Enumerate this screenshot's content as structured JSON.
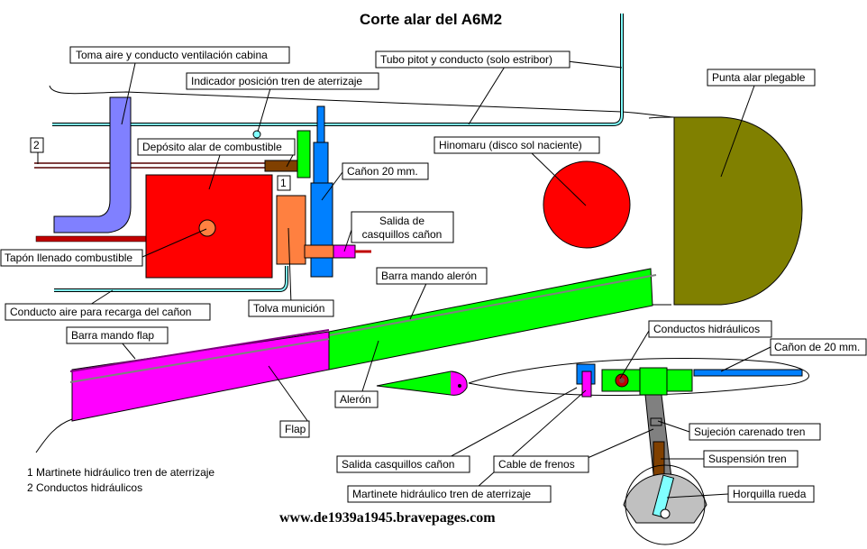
{
  "title": "Corte alar del A6M2",
  "website": "www.de1939a1945.bravepages.com",
  "colors": {
    "fuel_tank": "#ff0000",
    "hinomaru": "#ff0000",
    "folding_tip": "#808000",
    "aileron": "#00ff00",
    "flap": "#ff00ff",
    "ammo_hopper": "#ff8040",
    "cannon": "#0080ff",
    "air_duct": "#8080ff",
    "pitot": "#80ffff"
  },
  "labels": {
    "toma_aire": "Toma aire y conducto ventilación cabina",
    "tubo_pitot": "Tubo pitot y conducto (solo estribor)",
    "indicador": "Indicador posición tren de aterrizaje",
    "punta_alar": "Punta alar plegable",
    "deposito": "Depósito alar de combustible",
    "hinomaru": "Hinomaru (disco sol naciente)",
    "canon20": "Cañon 20 mm.",
    "salida1": "Salida de",
    "salida2": "casquillos cañon",
    "tapon": "Tapón llenado combustible",
    "barra_aleron": "Barra mando alerón",
    "conducto_aire": "Conducto aire para recarga del cañon",
    "tolva": "Tolva munición",
    "barra_flap": "Barra mando flap",
    "conductos_hidr": "Conductos hidráulicos",
    "canon_de20": "Cañon de 20 mm.",
    "aleron": "Alerón",
    "flap": "Flap",
    "sujecion": "Sujeción carenado tren",
    "salida_casquillos": "Salida casquillos cañon",
    "cable_frenos": "Cable de frenos",
    "suspension": "Suspensión tren",
    "martinete": "Martinete hidráulico tren de aterrizaje",
    "horquilla": "Horquilla rueda",
    "num2": "2",
    "num1": "1"
  },
  "legend": [
    "1 Martinete hidráulico tren de aterrizaje",
    "2 Conductos hidráulicos"
  ]
}
